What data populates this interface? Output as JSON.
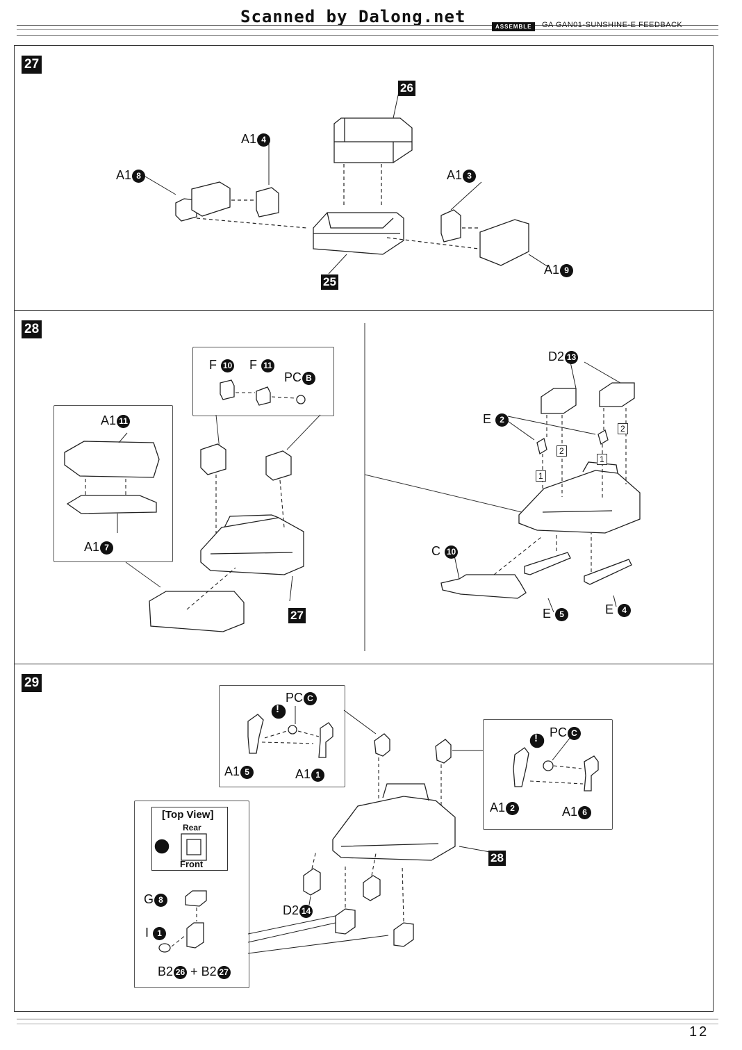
{
  "header": {
    "watermark": "Scanned by Dalong.net",
    "brand": "ASSEMBLE",
    "title": "GA GAN01-SUNSHINE-E FEEDBACK"
  },
  "steps": {
    "s27": {
      "number": "27",
      "parts": [
        {
          "id": "p26",
          "text": "26",
          "type": "badge"
        },
        {
          "id": "a1_4",
          "prefix": "A1",
          "num": "4"
        },
        {
          "id": "a1_8",
          "prefix": "A1",
          "num": "8"
        },
        {
          "id": "a1_3",
          "prefix": "A1",
          "num": "3"
        },
        {
          "id": "a1_9",
          "prefix": "A1",
          "num": "9"
        },
        {
          "id": "p25",
          "text": "25",
          "type": "badge"
        }
      ]
    },
    "s28": {
      "number": "28",
      "parts": {
        "f10": {
          "prefix": "F",
          "num": "10"
        },
        "f11": {
          "prefix": "F",
          "num": "11"
        },
        "pcb": {
          "prefix": "PC",
          "num": "B"
        },
        "a1_11": {
          "prefix": "A1",
          "num": "11"
        },
        "a1_7": {
          "prefix": "A1",
          "num": "7"
        },
        "p27": "27",
        "d2_13": {
          "prefix": "D2",
          "num": "13"
        },
        "e2": {
          "prefix": "E",
          "num": "2"
        },
        "c10": {
          "prefix": "C",
          "num": "10"
        },
        "e5": {
          "prefix": "E",
          "num": "5"
        },
        "e4": {
          "prefix": "E",
          "num": "4"
        }
      },
      "seq": [
        "2",
        "2",
        "1",
        "1"
      ]
    },
    "s29": {
      "number": "29",
      "parts": {
        "pcc1": {
          "prefix": "PC",
          "num": "C"
        },
        "a1_5": {
          "prefix": "A1",
          "num": "5"
        },
        "a1_1": {
          "prefix": "A1",
          "num": "1"
        },
        "pcc2": {
          "prefix": "PC",
          "num": "C"
        },
        "a1_2": {
          "prefix": "A1",
          "num": "2"
        },
        "a1_6": {
          "prefix": "A1",
          "num": "6"
        },
        "p28": "28",
        "d2_14": {
          "prefix": "D2",
          "num": "14"
        },
        "g8": {
          "prefix": "G",
          "num": "8"
        },
        "i1": {
          "prefix": "I",
          "num": "1"
        },
        "b2_26": {
          "prefix": "B2",
          "num": "26"
        },
        "plus": "+",
        "b2_27": {
          "prefix": "B2",
          "num": "27"
        }
      },
      "top_view": {
        "title": "[Top View]",
        "rear": "Rear",
        "front": "Front"
      },
      "caution": "!"
    }
  },
  "footer": {
    "page": "12"
  }
}
